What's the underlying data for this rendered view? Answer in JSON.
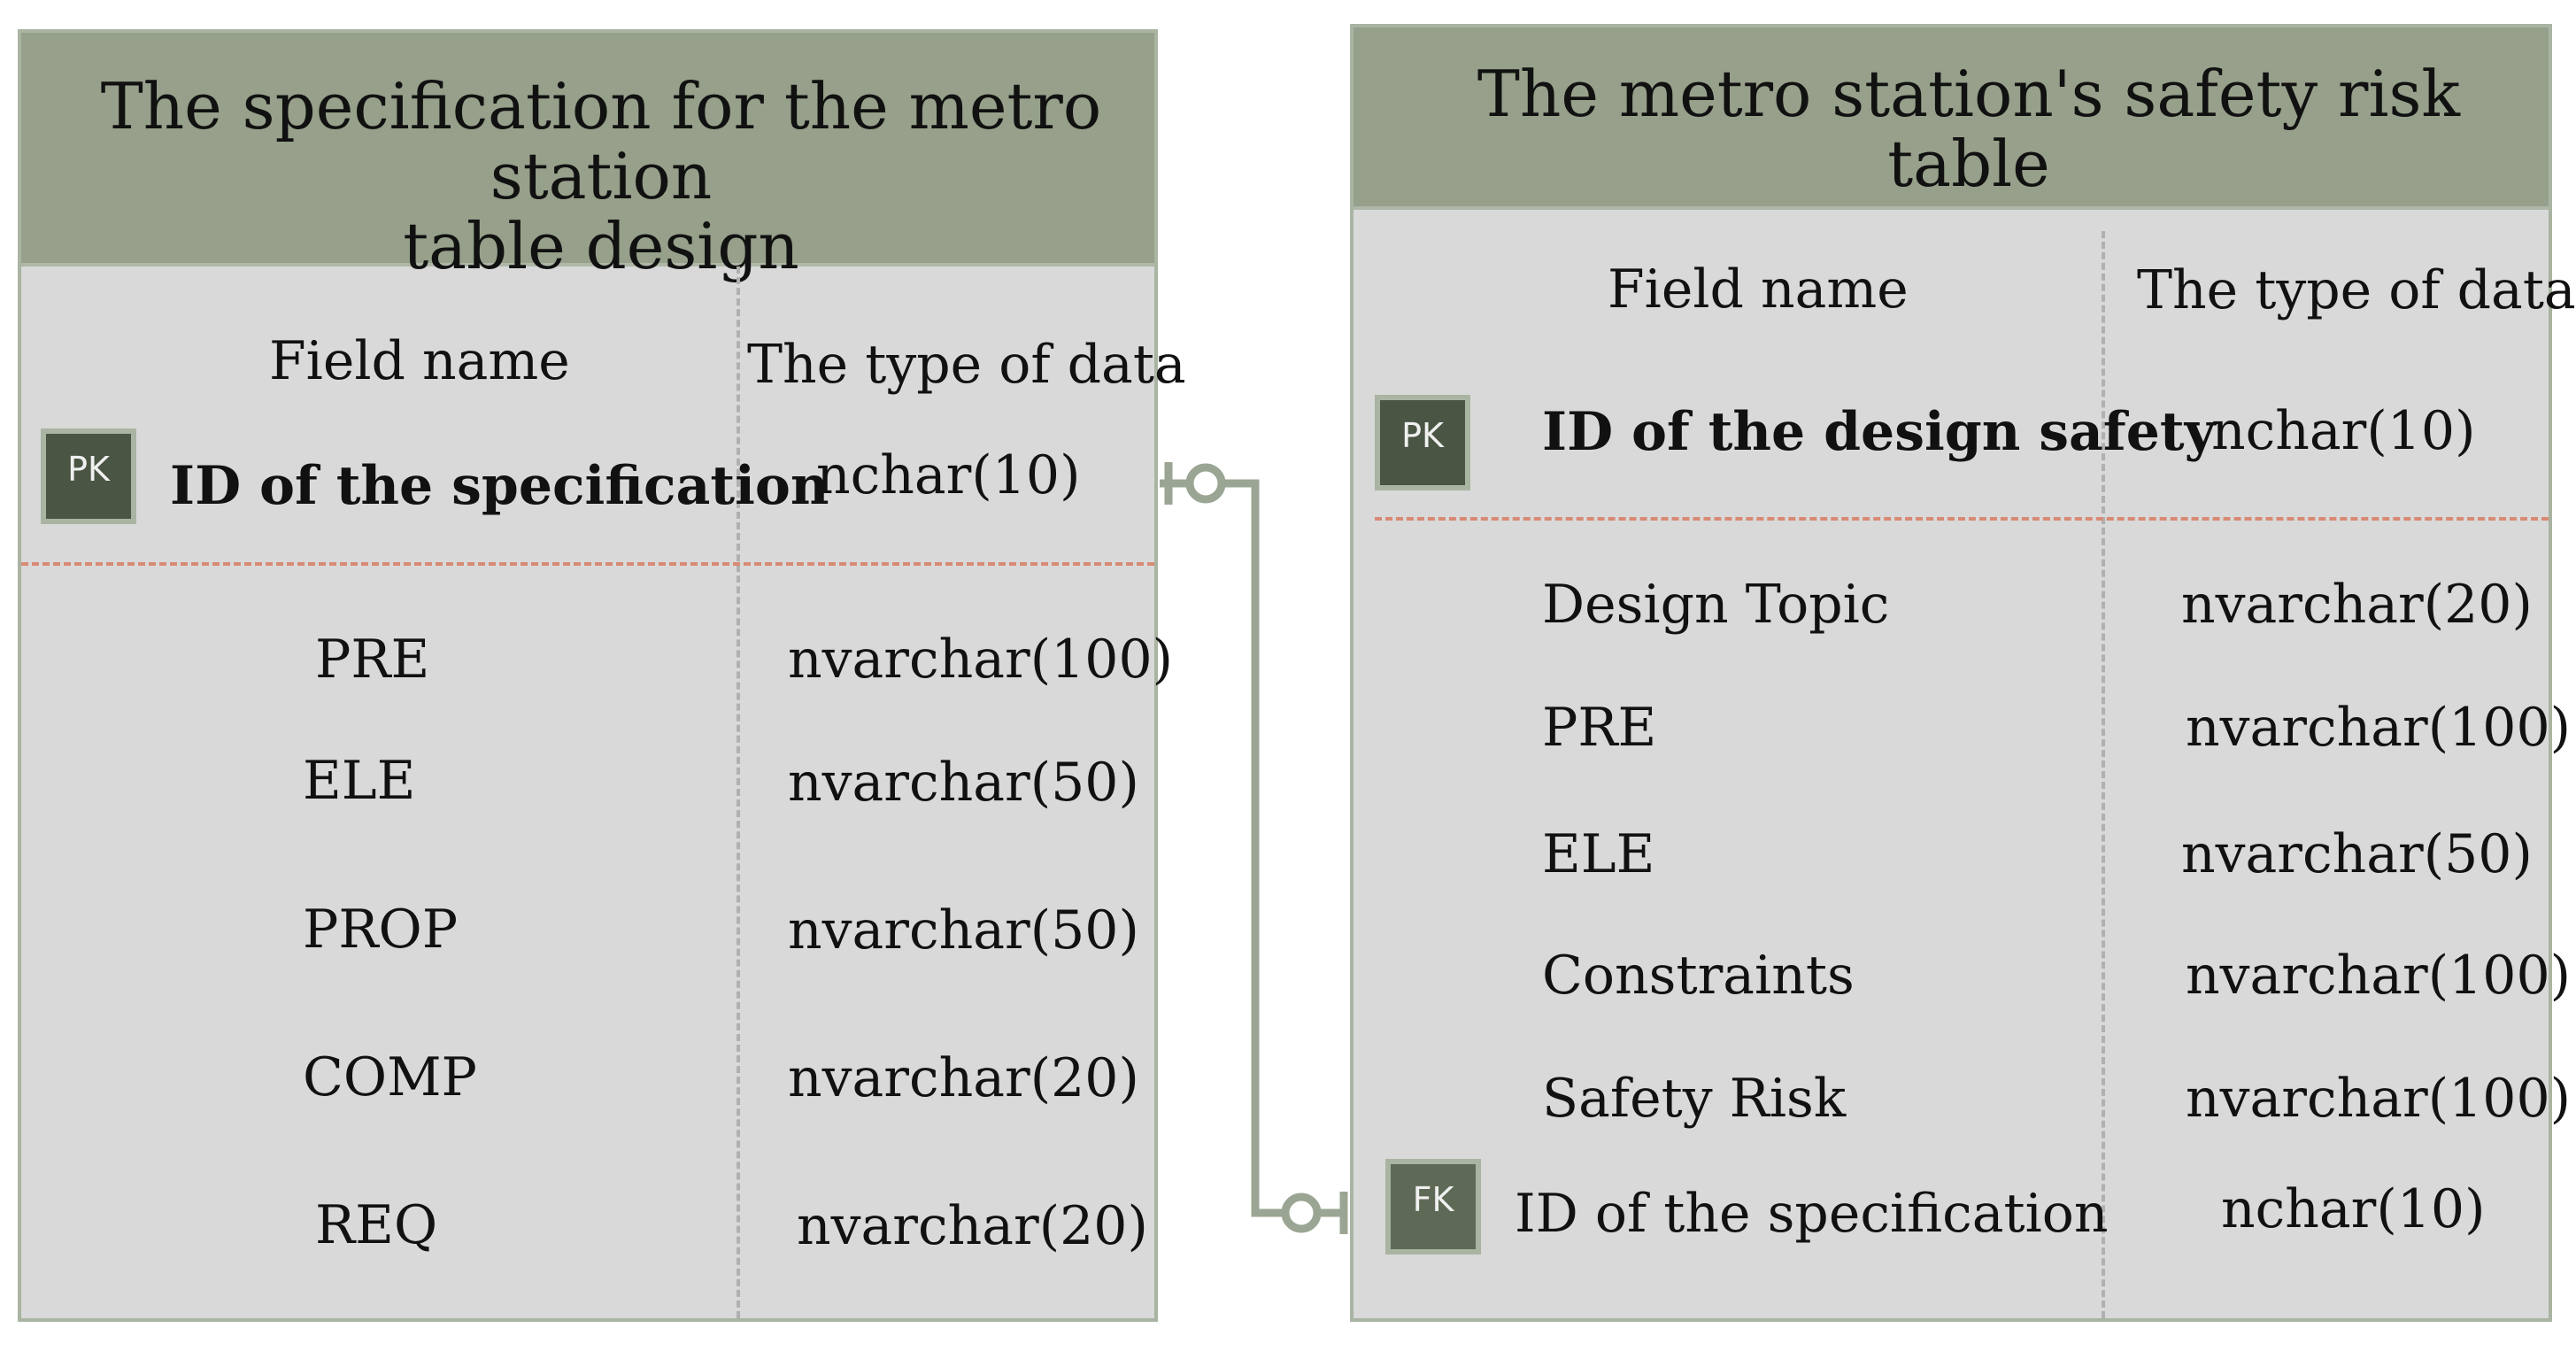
{
  "left_table": {
    "title": "The specification for the metro station\ntable design",
    "col_field": "Field name",
    "col_type": "The type of data",
    "pk_badge": "PK",
    "pk_field": "ID of the specification",
    "pk_type": "nchar(10)",
    "rows": [
      {
        "field": "PRE",
        "type": "nvarchar(100)"
      },
      {
        "field": "ELE",
        "type": "nvarchar(50)"
      },
      {
        "field": "PROP",
        "type": "nvarchar(50)"
      },
      {
        "field": "COMP",
        "type": "nvarchar(20)"
      },
      {
        "field": "REQ",
        "type": "nvarchar(20)"
      }
    ]
  },
  "right_table": {
    "title": "The metro station's safety risk table",
    "col_field": "Field name",
    "col_type": "The type of data",
    "pk_badge": "PK",
    "pk_field": "ID of the design safety",
    "pk_type": "nchar(10)",
    "rows": [
      {
        "field": "Design Topic",
        "type": "nvarchar(20)"
      },
      {
        "field": "PRE",
        "type": "nvarchar(100)"
      },
      {
        "field": "ELE",
        "type": "nvarchar(50)"
      },
      {
        "field": "Constraints",
        "type": "nvarchar(100)"
      },
      {
        "field": "Safety Risk",
        "type": "nvarchar(100)"
      }
    ],
    "fk_badge": "FK",
    "fk_field": "ID of the specification",
    "fk_type": "nchar(10)"
  },
  "colors": {
    "header": "#96a08a",
    "body": "#d9d9d9",
    "border": "#a9b4a2",
    "key_badge": "#4a5544",
    "separator": "#d88a74",
    "connector": "#9ba593"
  },
  "relationship": {
    "from": "ID of the specification",
    "to": "ID of the specification",
    "notation": "one-to-zero-or-one"
  }
}
